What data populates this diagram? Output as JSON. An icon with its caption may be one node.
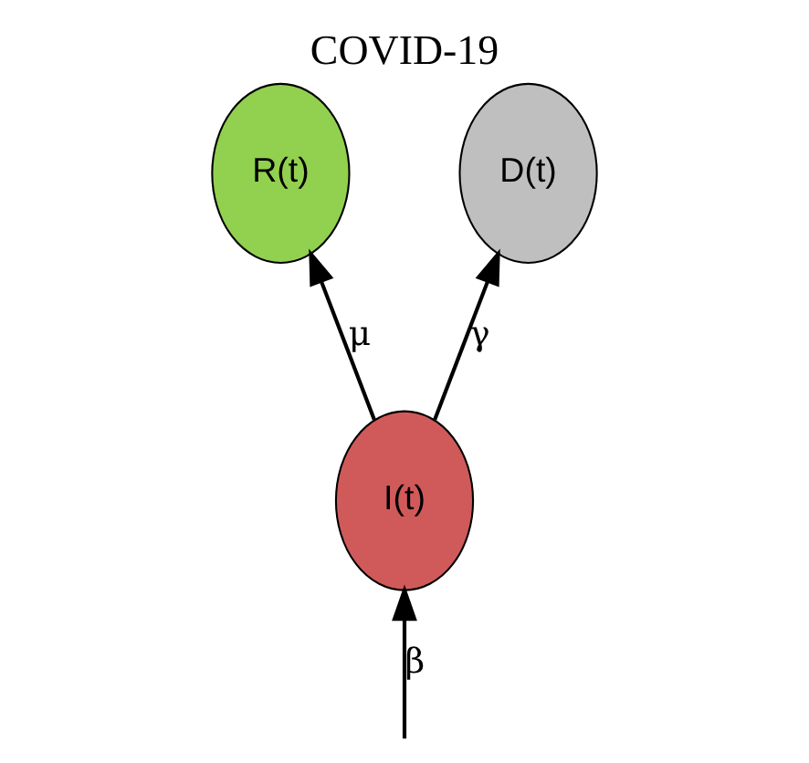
{
  "diagram": {
    "title": "COVID-19",
    "nodes": [
      {
        "text": [
          "R(t)"
        ]
      },
      {
        "text": [
          "D(t)"
        ]
      },
      {
        "text": [
          "I(t)"
        ]
      }
    ],
    "edges": [
      {
        "from": 2,
        "to": 0,
        "arrow": "to",
        "label": "μ"
      },
      {
        "from": 2,
        "to": 1,
        "arrow": "to",
        "label": "γ"
      },
      {
        "from": null,
        "to": 2,
        "arrow": "to",
        "label": "β"
      }
    ]
  }
}
